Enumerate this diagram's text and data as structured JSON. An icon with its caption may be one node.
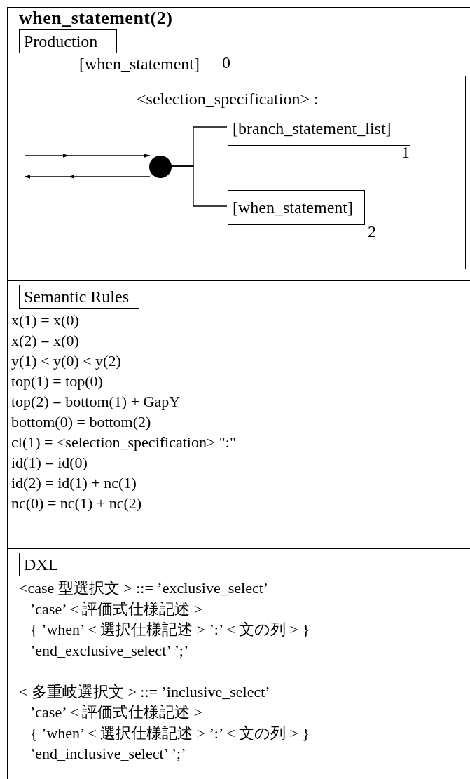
{
  "diagram": {
    "title": "when_statement(2)",
    "nodes": [
      {
        "text": [
          "Production"
        ]
      },
      {
        "text": [
          "[when_statement]"
        ],
        "beside": [
          "0"
        ]
      },
      {
        "text": [],
        "shape": "circle",
        "in": 1
      },
      {
        "text": [
          "[branch_statement_list]"
        ],
        "beside": [
          "1"
        ],
        "in": 1
      },
      {
        "text": [
          "[when_statement]"
        ],
        "beside": [
          "2"
        ],
        "in": 1
      },
      {
        "text": [
          "Semantic Rules"
        ]
      },
      {
        "text": [
          "DXL"
        ]
      }
    ],
    "edges": [
      {
        "from": null,
        "to": 2,
        "arrow": "to"
      },
      {
        "from": 2,
        "to": null,
        "arrow": "to"
      },
      {
        "from": 2,
        "to": 3,
        "arrow": "none"
      },
      {
        "from": 2,
        "to": 4,
        "arrow": "none"
      }
    ],
    "labels": [
      "<selection_specification> :",
      "x(1) = x(0)",
      "x(2) = x(0)",
      "y(1) < y(0) < y(2)",
      "top(1) = top(0)",
      "top(2) = bottom(1) + GapY",
      "bottom(0) = bottom(2)",
      "cl(1) = <selection_specification>  \":\"",
      "id(1) = id(0)",
      "id(2) = id(1) + nc(1)",
      "nc(0) = nc(1) + nc(2)",
      "<case 型選択文 >  ::= ’exclusive_select’",
      "’case’  < 評価式仕様記述 >",
      "{ ’when’  < 選択仕様記述 >  ’:’ < 文の列 >  }",
      "’end_exclusive_select’  ’;’",
      "< 多重岐選択文 >  ::= ’inclusive_select’",
      "’case’  < 評価式仕様記述 >",
      "{ ’when’  < 選択仕様記述 >  ’:’ < 文の列 >  }",
      "’end_inclusive_select’  ’;’"
    ]
  }
}
